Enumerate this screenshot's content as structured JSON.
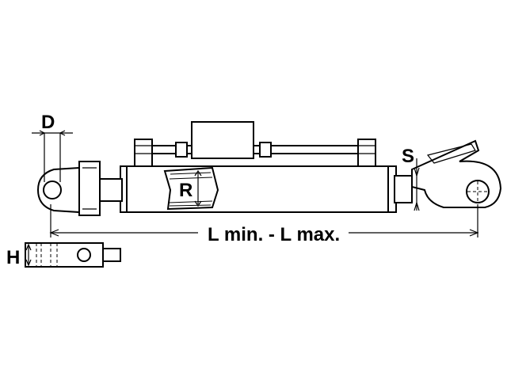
{
  "labels": {
    "pin_diameter": "D",
    "thread_diameter": "R",
    "ball_size": "S",
    "length": "L min. - L max.",
    "eye_height": "H"
  },
  "colors": {
    "line": "#000000",
    "background": "#ffffff"
  }
}
